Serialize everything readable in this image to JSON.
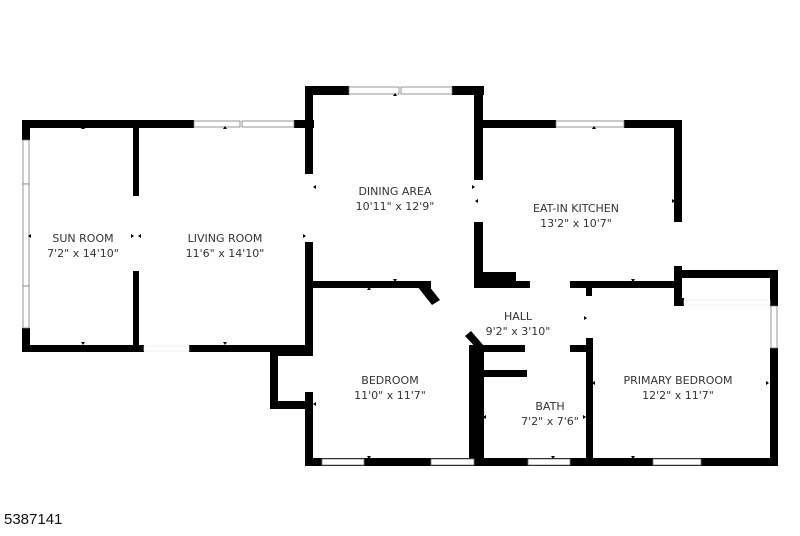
{
  "floorplan": {
    "rooms": [
      {
        "id": "sun-room",
        "name": "SUN ROOM",
        "dimensions": "7'2\" x 14'10\""
      },
      {
        "id": "living-room",
        "name": "LIVING ROOM",
        "dimensions": "11'6\" x 14'10\""
      },
      {
        "id": "dining-area",
        "name": "DINING AREA",
        "dimensions": "10'11\" x 12'9\""
      },
      {
        "id": "eat-in-kitchen",
        "name": "EAT-IN KITCHEN",
        "dimensions": "13'2\" x 10'7\""
      },
      {
        "id": "hall",
        "name": "HALL",
        "dimensions": "9'2\" x 3'10\""
      },
      {
        "id": "bedroom",
        "name": "BEDROOM",
        "dimensions": "11'0\" x 11'7\""
      },
      {
        "id": "bath",
        "name": "BATH",
        "dimensions": "7'2\" x 7'6\""
      },
      {
        "id": "primary-bedroom",
        "name": "PRIMARY BEDROOM",
        "dimensions": "12'2\" x 11'7\""
      }
    ],
    "colors": {
      "wall": "#000000",
      "window_stroke": "#7a7a7a",
      "label": "#333333",
      "background": "#ffffff"
    }
  },
  "footer": {
    "listing_id": "5387141"
  }
}
